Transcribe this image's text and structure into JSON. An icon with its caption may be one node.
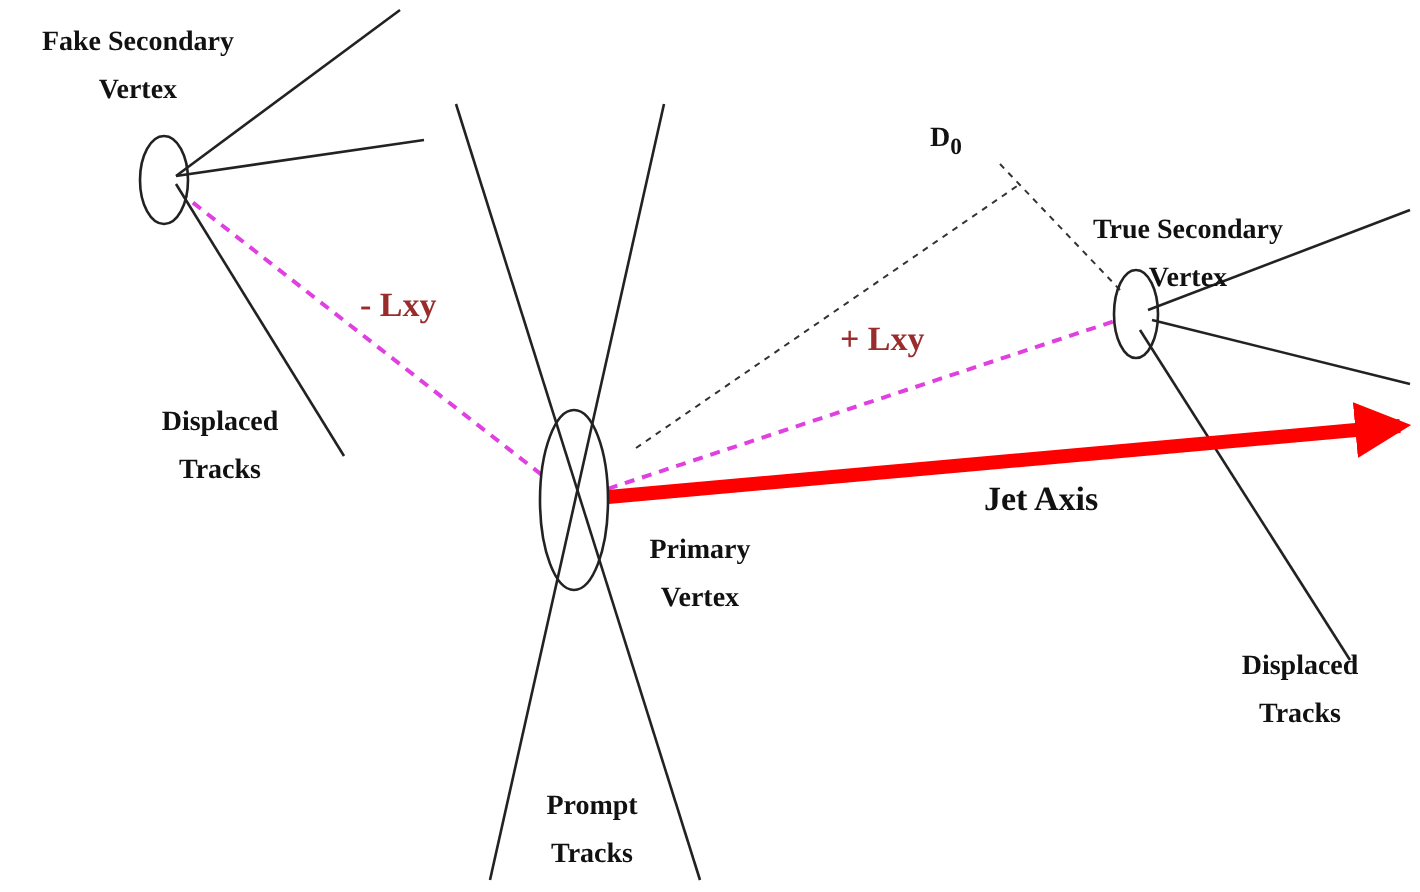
{
  "diagram": {
    "nodes": [
      {
        "text": [
          "Fake Secondary Vertex"
        ]
      },
      {
        "text": [
          "True Secondary Vertex"
        ]
      },
      {
        "text": [
          "Primary Vertex"
        ]
      }
    ],
    "edges": [
      {
        "from": 2,
        "to": 0,
        "arrow": "none",
        "label": "- Lxy",
        "style": "dashed",
        "color": "#e040e0"
      },
      {
        "from": 2,
        "to": 1,
        "arrow": "none",
        "label": "+ Lxy",
        "style": "dashed",
        "color": "#e040e0"
      },
      {
        "from": 2,
        "to": null,
        "arrow": "to",
        "label": "Jet Axis",
        "style": "thick",
        "color": "#ff0000"
      }
    ],
    "labels": [
      "D$_{0}$",
      "Displaced Tracks",
      "Displaced Tracks",
      "Prompt Tracks"
    ]
  }
}
